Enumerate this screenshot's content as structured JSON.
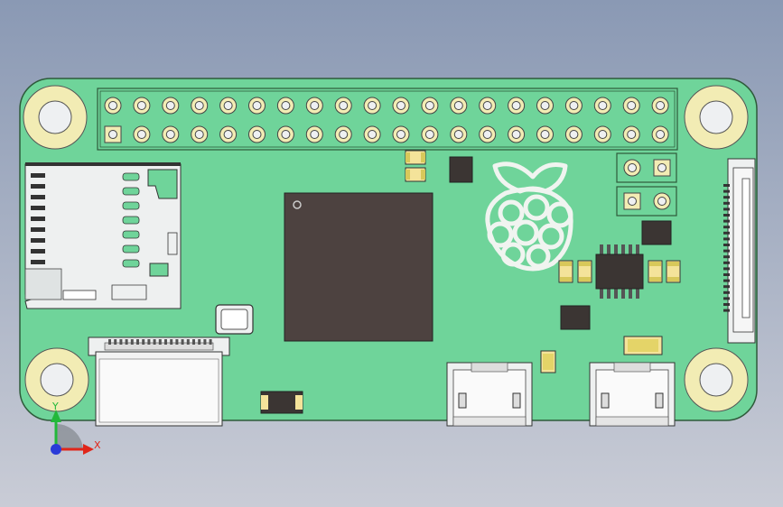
{
  "scene": {
    "background_top": "#8a99b4",
    "background_bottom": "#c9ccd6",
    "board_color": "#6fd49a",
    "board_outline": "#2e5a3a",
    "chip_color": "#4d4240",
    "header_pins": {
      "rows": 2,
      "cols": 20
    },
    "pin_color": "#f2ecb4"
  },
  "triad": {
    "x_label": "X",
    "y_label": "Y",
    "x_color": "#e0261a",
    "y_color": "#22b83a",
    "z_color": "#2a3bd8"
  }
}
